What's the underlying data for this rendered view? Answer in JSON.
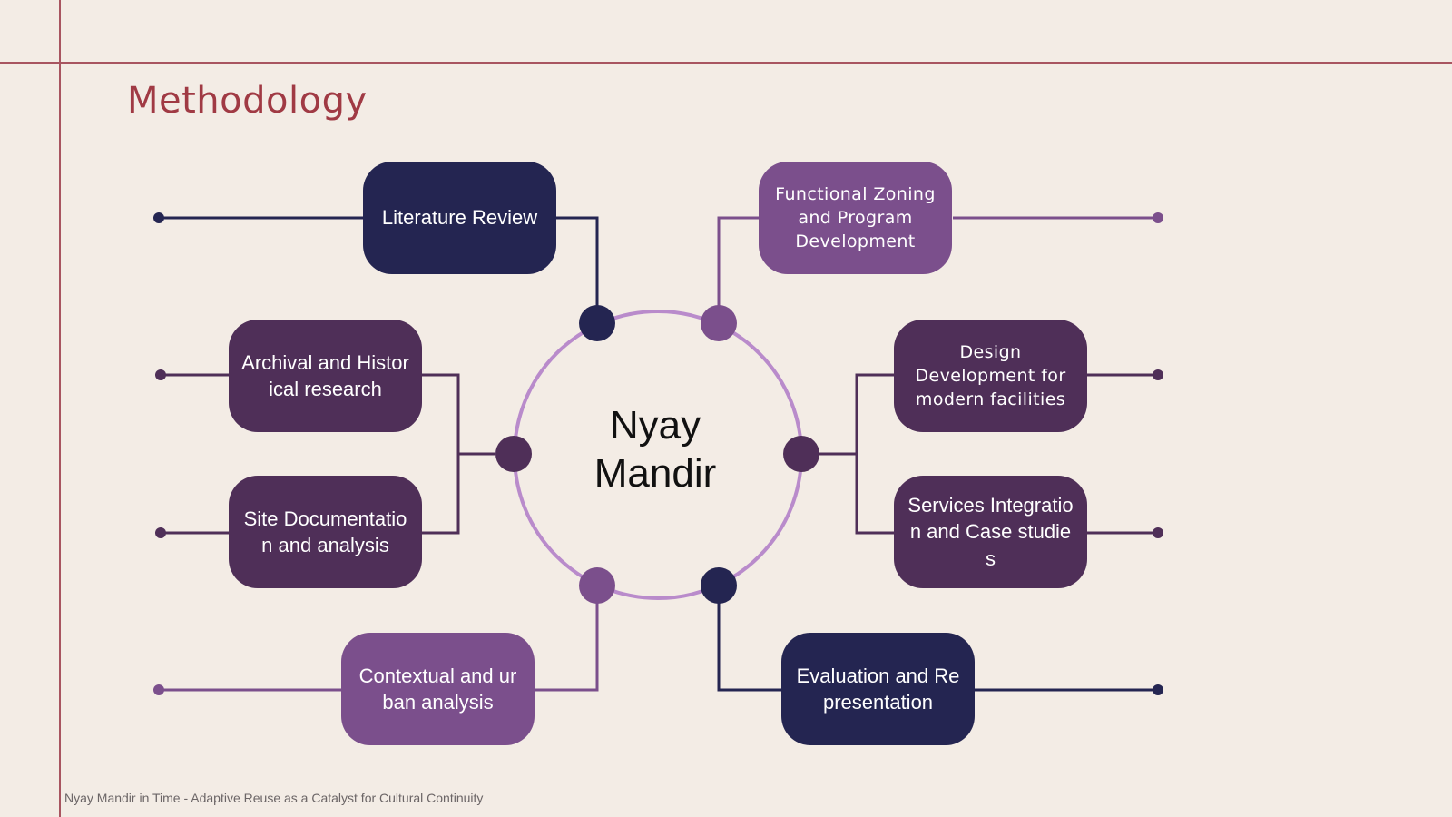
{
  "title": "Methodology",
  "center": {
    "line1": "Nyay",
    "line2": "Mandir"
  },
  "steps": [
    {
      "id": "literature-review",
      "label": "Literature Review"
    },
    {
      "id": "functional-zoning",
      "label": "Functional Zoning and Program Development"
    },
    {
      "id": "archival-research",
      "label": "Archival and Historical research"
    },
    {
      "id": "design-development",
      "label": "Design Development for modern facilities"
    },
    {
      "id": "site-documentation",
      "label": "Site Documentation and analysis"
    },
    {
      "id": "services-integration",
      "label": "Services Integration and Case studies"
    },
    {
      "id": "contextual-analysis",
      "label": "Contextual and urban analysis"
    },
    {
      "id": "evaluation",
      "label": "Evaluation and Representation"
    }
  ],
  "footer": "Nyay Mandir in Time - Adaptive Reuse as a Catalyst for Cultural Continuity",
  "colors": {
    "background": "#F3ECE5",
    "accent": "#A03A44",
    "navy": "#242551",
    "plum": "#4F2F58",
    "lilac": "#7B4F8C",
    "ring": "#B98BCB"
  }
}
